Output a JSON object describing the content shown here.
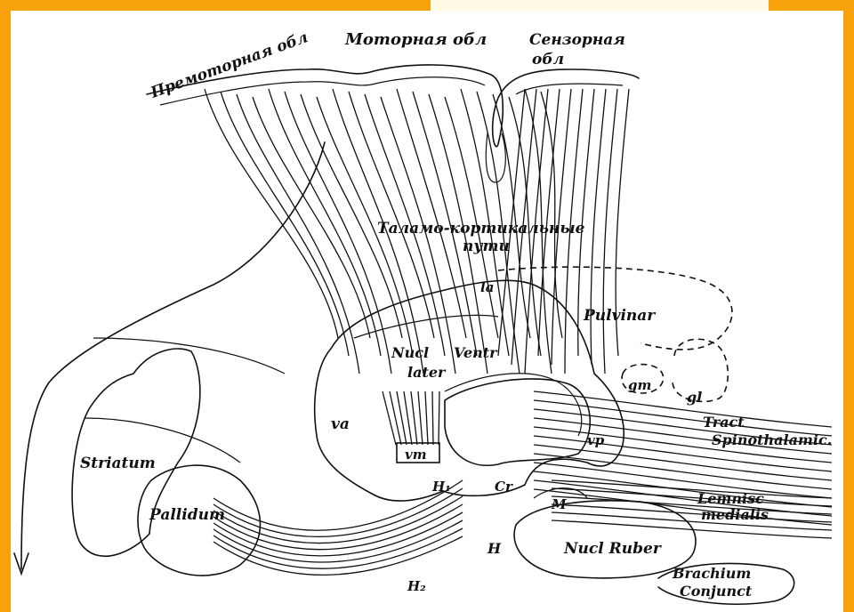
{
  "frame": {
    "accent_color": "#f7a20a",
    "box_color": "#fffbe6"
  },
  "diagram": {
    "cortex": {
      "premotor": "Премоторная обл",
      "motor": "Моторная обл",
      "sensory_1": "Сензорная",
      "sensory_2": "обл"
    },
    "pathways": {
      "line1": "Таламо-кортикальные",
      "line2": "пути"
    },
    "labels": {
      "la": "la",
      "pulvinar": "Pulvinar",
      "nucl": "Nucl",
      "ventr": "Ventr",
      "later": "later",
      "va": "va",
      "vm": "vm",
      "gm": "gm",
      "gl": "gl",
      "vp": "vp",
      "h1": "H₁",
      "h2": "H₂",
      "h": "H",
      "cr": "Cr",
      "m": "M",
      "tract": "Tract",
      "spinothalamic": "Spinothalamic.",
      "lemnisc": "Lemnisc",
      "medialis": "medialis",
      "nucl_ruber": "Nucl Ruber",
      "brachium": "Brachium",
      "conjunct": "Conjunct",
      "striatum": "Striatum",
      "pallidum": "Pallidum"
    }
  }
}
